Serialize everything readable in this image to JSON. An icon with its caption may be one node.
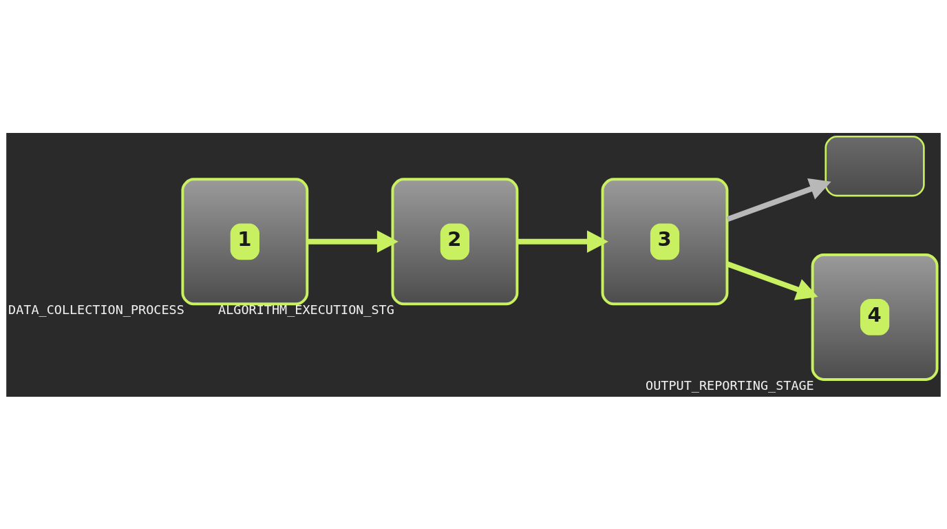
{
  "diagram": {
    "nodes": [
      {
        "text": [
          "1"
        ],
        "beside": [
          "DATA_COLLECTION_PROCESS"
        ]
      },
      {
        "text": [
          "2"
        ],
        "beside": [
          "ALGORITHM_EXECUTION_STG"
        ]
      },
      {
        "text": [
          "3"
        ]
      },
      {
        "text": [],
        "shape": "picture"
      },
      {
        "text": [
          "4"
        ],
        "beside": [
          "OUTPUT_REPORTING_STAGE"
        ]
      }
    ],
    "edges": [
      {
        "from": 0,
        "to": 1,
        "arrow": "to"
      },
      {
        "from": 1,
        "to": 2,
        "arrow": "to"
      },
      {
        "from": 2,
        "to": 3,
        "arrow": "to",
        "color": "#b8b8b8"
      },
      {
        "from": 2,
        "to": 4,
        "arrow": "to"
      }
    ]
  }
}
